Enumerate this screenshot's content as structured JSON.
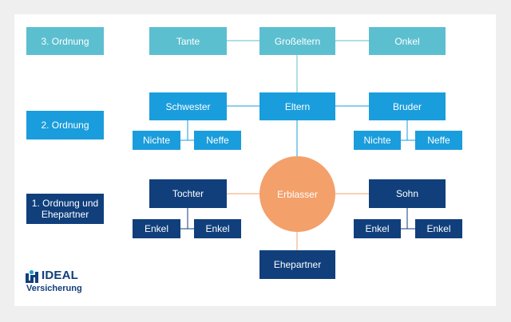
{
  "orders": {
    "third": "3. Ordnung",
    "second": "2. Ordnung",
    "first": "1. Ordnung und Ehepartner"
  },
  "nodes": {
    "tante": "Tante",
    "grosseltern": "Großeltern",
    "onkel": "Onkel",
    "schwester": "Schwester",
    "eltern": "Eltern",
    "bruder": "Bruder",
    "nichte_left": "Nichte",
    "neffe_left": "Neffe",
    "nichte_right": "Nichte",
    "neffe_right": "Neffe",
    "tochter": "Tochter",
    "erblasser": "Erblasser",
    "sohn": "Sohn",
    "enkel_1": "Enkel",
    "enkel_2": "Enkel",
    "enkel_3": "Enkel",
    "enkel_4": "Enkel",
    "ehepartner": "Ehepartner"
  },
  "logo": {
    "brand": "IDEAL",
    "subtitle": "Versicherung",
    "icon": "ideal-logo-icon"
  },
  "colors": {
    "third_order": "#5bbfd0",
    "second_order": "#1a9ddc",
    "first_order": "#103f7c",
    "erblasser": "#f3a06b"
  }
}
